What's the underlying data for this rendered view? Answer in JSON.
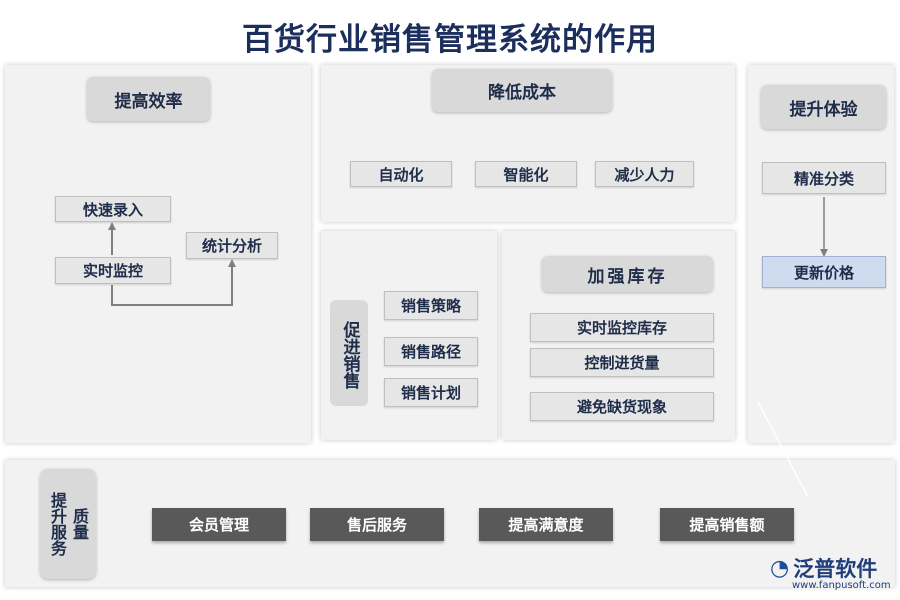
{
  "title": "百货行业销售管理系统的作用",
  "efficiency": {
    "header": "提高效率",
    "items": [
      "快速录入",
      "实时监控",
      "统计分析"
    ]
  },
  "cost": {
    "header": "降低成本",
    "items": [
      "自动化",
      "智能化",
      "减少人力"
    ]
  },
  "experience": {
    "header": "提升体验",
    "items": [
      "精准分类",
      "更新价格"
    ]
  },
  "sales": {
    "header": "促进销售",
    "items": [
      "销售策略",
      "销售路径",
      "销售计划"
    ]
  },
  "inventory": {
    "header": "加强库存",
    "items": [
      "实时监控库存",
      "控制进货量",
      "避免缺货现象"
    ]
  },
  "service": {
    "header_left": "提升服务",
    "header_right": "质量",
    "items": [
      "会员管理",
      "售后服务",
      "提高满意度",
      "提高销售额"
    ]
  },
  "logo": {
    "name": "泛普软件",
    "url": "www.fanpusoft.com"
  },
  "colors": {
    "panel": "#f2f2f2",
    "header_box": "#d9d9d9",
    "dark_tag": "#595959",
    "highlight_tag": "#cfdcf0",
    "title": "#1c2f5c"
  }
}
